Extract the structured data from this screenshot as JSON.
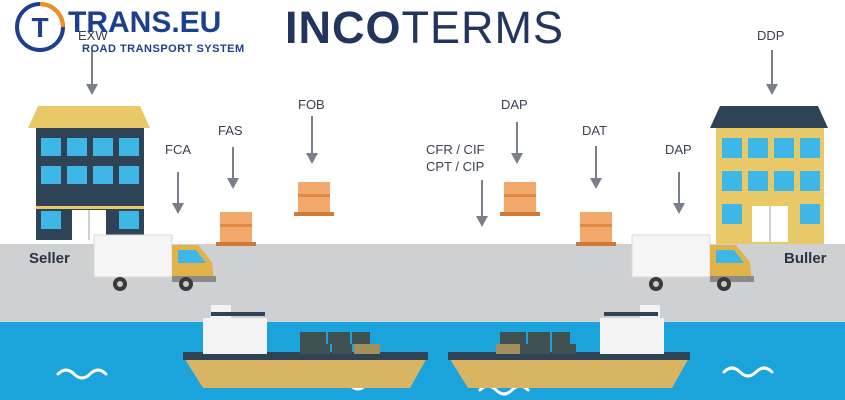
{
  "logo": {
    "brand": "TRANS.EU",
    "tagline": "ROAD TRANSPORT SYSTEM",
    "colors": {
      "blue": "#1d3f8f",
      "orange": "#f28c1e"
    }
  },
  "title": {
    "bold_part": "INCO",
    "light_part": "TERMS"
  },
  "terms": {
    "exw": "EXW",
    "fca": "FCA",
    "fas": "FAS",
    "fob": "FOB",
    "cfr_cif": "CFR / CIF",
    "cpt_cip": "CPT / CIP",
    "dap_center": "DAP",
    "dat": "DAT",
    "dap_right": "DAP",
    "ddp": "DDP"
  },
  "parties": {
    "seller": "Seller",
    "buyer": "Buller"
  },
  "colors": {
    "road": "#cfd0d2",
    "water": "#1ba3dc",
    "building_wall": "#2f4356",
    "building_roof": "#e9c867",
    "window": "#3fb7e6",
    "box": "#f2a86a",
    "ship_hull": "#d8b463",
    "ship_deck": "#f3f3f3",
    "container": "#3e5050",
    "arrow": "#7a7f8a"
  }
}
